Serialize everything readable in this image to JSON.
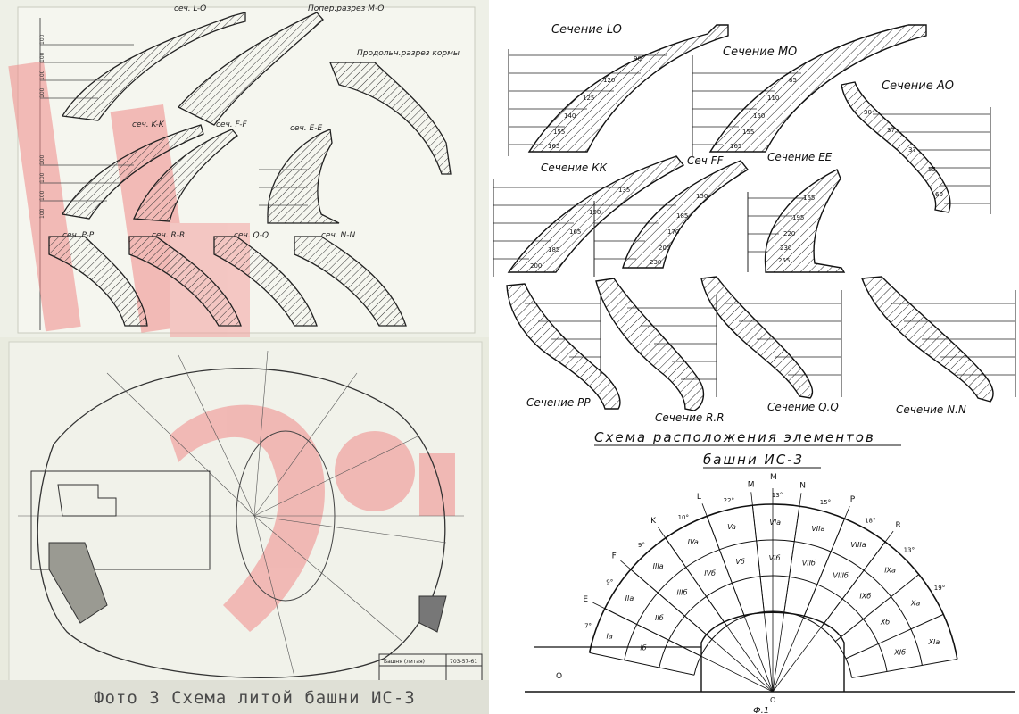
{
  "left_top": {
    "sections": [
      {
        "id": "LO",
        "label": "сеч. L-O"
      },
      {
        "id": "MO",
        "label": "Попер.разрез M-O"
      },
      {
        "id": "stern",
        "label": "Продольн.разрез кормы"
      },
      {
        "id": "KK",
        "label": "сеч. K-K"
      },
      {
        "id": "FF",
        "label": "сеч. F-F"
      },
      {
        "id": "EE",
        "label": "сеч. E-E"
      },
      {
        "id": "PP",
        "label": "сеч. P-P"
      },
      {
        "id": "RR",
        "label": "сеч. R-R"
      },
      {
        "id": "QQ",
        "label": "сеч. Q-Q"
      },
      {
        "id": "NN",
        "label": "сеч. N-N"
      }
    ],
    "scale_ticks": [
      "100",
      "100",
      "100",
      "100",
      "100",
      "100",
      "100",
      "100"
    ]
  },
  "left_bottom": {
    "caption": "Фото 3   Схема литой башни ИС-3",
    "title_block": [
      "Башня (литая)",
      "703-57-61"
    ]
  },
  "right": {
    "section_labels": {
      "LO": "Сечение LO",
      "MO": "Сечение МО",
      "AO": "Сечение АО",
      "KK": "Сечение КК",
      "FF": "Сеч FF",
      "EE": "Сечение ЕЕ",
      "PP": "Сечение PP",
      "RR": "Сечение R.R",
      "QQ": "Сечение Q.Q",
      "NN": "Сечение N.N"
    },
    "scheme_title_1": "Схема расположения элементов",
    "scheme_title_2": "башни ИС-3",
    "thickness_labels": {
      "LO": [
        "90",
        "120",
        "125",
        "140",
        "155",
        "165"
      ],
      "MO": [
        "85",
        "110",
        "150",
        "155",
        "165"
      ],
      "AO": [
        "30",
        "37",
        "37",
        "55",
        "60"
      ],
      "KK": [
        "135",
        "150",
        "165",
        "185",
        "200"
      ],
      "FF": [
        "150",
        "185",
        "170",
        "205",
        "230"
      ],
      "EE": [
        "165",
        "195",
        "220",
        "230",
        "255"
      ]
    },
    "fan": {
      "ray_labels": [
        "E",
        "F",
        "K",
        "L",
        "M",
        "N",
        "P",
        "R"
      ],
      "angles": [
        "7°",
        "9°",
        "9°",
        "10°",
        "22°",
        "13°",
        "15°",
        "18°",
        "13°",
        "19°"
      ],
      "cells": [
        [
          "Ia",
          "Iб"
        ],
        [
          "IIa",
          "IIб"
        ],
        [
          "IIIa",
          "IIIб"
        ],
        [
          "IVa",
          "IVб"
        ],
        [
          "Va",
          "Vб"
        ],
        [
          "VIa",
          "VIб"
        ],
        [
          "VIIa",
          "VIIб"
        ],
        [
          "VIIIa",
          "VIIIб"
        ],
        [
          "IXa",
          "IXб"
        ],
        [
          "Xa",
          "Xб"
        ],
        [
          "XIa",
          "XIб"
        ]
      ],
      "center_label": "O",
      "left_label": "O",
      "bottom_label": "Ф.1"
    }
  }
}
